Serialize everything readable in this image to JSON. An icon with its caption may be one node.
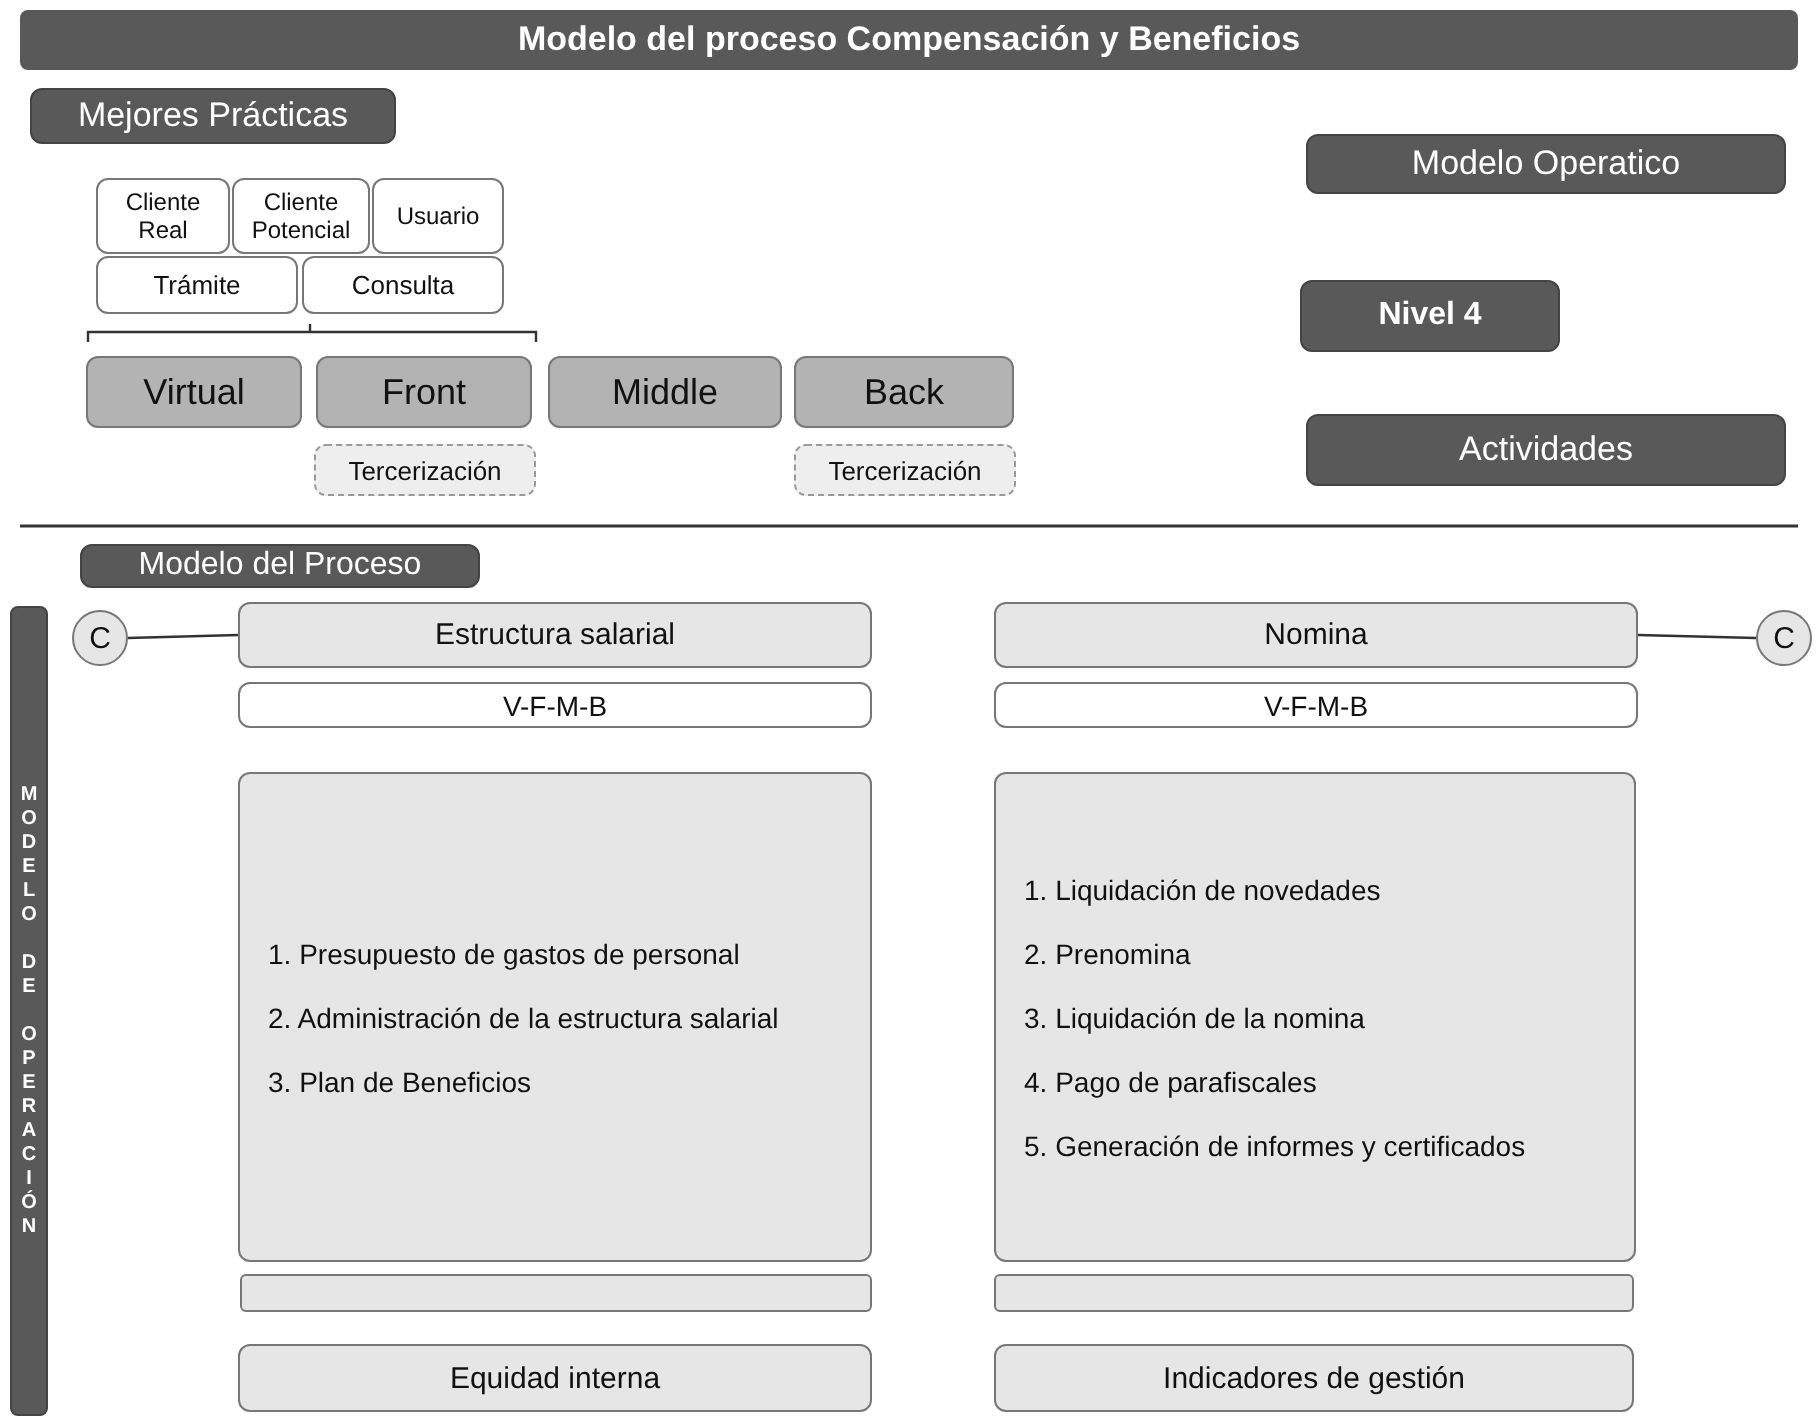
{
  "diagram": {
    "title": "Modelo del proceso Compensación y Beneficios",
    "nodes": [
      {
        "text": [
          "Mejores Prácticas"
        ]
      },
      {
        "text": [
          "Modelo Operatico"
        ]
      },
      {
        "text": [
          "Cliente Real"
        ]
      },
      {
        "text": [
          "Cliente Potencial"
        ]
      },
      {
        "text": [
          "Usuario"
        ]
      },
      {
        "text": [
          "Trámite"
        ]
      },
      {
        "text": [
          "Consulta"
        ]
      },
      {
        "text": [
          "Nivel 4"
        ]
      },
      {
        "text": [
          "Virtual"
        ]
      },
      {
        "text": [
          "Front"
        ]
      },
      {
        "text": [
          "Middle"
        ]
      },
      {
        "text": [
          "Back"
        ]
      },
      {
        "text": [
          "Tercerización"
        ]
      },
      {
        "text": [
          "Tercerización"
        ]
      },
      {
        "text": [
          "Actividades"
        ]
      },
      {
        "text": [
          "Modelo del Proceso"
        ]
      },
      {
        "text": [
          "MODELO DE OPERACIÓN"
        ]
      },
      {
        "text": [
          "C"
        ]
      },
      {
        "text": [
          "Estructura salarial"
        ]
      },
      {
        "text": [
          "Nomina"
        ]
      },
      {
        "text": [
          "C"
        ]
      },
      {
        "text": [
          "V-F-M-B"
        ]
      },
      {
        "text": [
          "V-F-M-B"
        ]
      },
      {
        "text": [
          "1. Presupuesto de gastos de personal",
          "2. Administración de la estructura salarial",
          "3. Plan de Beneficios"
        ]
      },
      {
        "text": [
          "1. Liquidación de novedades",
          "2. Prenomina",
          "3. Liquidación de la nomina",
          "4. Pago de parafiscales",
          "5. Generación de informes y certificados"
        ]
      },
      {
        "text": [],
        "shape": "bar"
      },
      {
        "text": [],
        "shape": "bar"
      },
      {
        "text": [
          "Equidad interna"
        ]
      },
      {
        "text": [
          "Indicadores de gestión"
        ]
      }
    ],
    "edges": [
      {
        "from": 17,
        "to": 18,
        "arrow": "none"
      },
      {
        "from": 19,
        "to": 20,
        "arrow": "none"
      }
    ]
  }
}
